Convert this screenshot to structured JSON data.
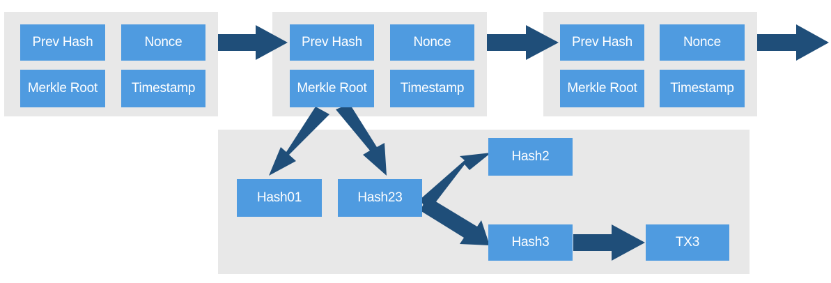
{
  "colors": {
    "panel": "#e8e8e8",
    "box": "#4f9be0",
    "box_text": "#ffffff",
    "arrow": "#1f4e79"
  },
  "blocks": [
    {
      "prev_hash": "Prev Hash",
      "nonce": "Nonce",
      "merkle_root": "Merkle Root",
      "timestamp": "Timestamp"
    },
    {
      "prev_hash": "Prev Hash",
      "nonce": "Nonce",
      "merkle_root": "Merkle Root",
      "timestamp": "Timestamp"
    },
    {
      "prev_hash": "Prev Hash",
      "nonce": "Nonce",
      "merkle_root": "Merkle Root",
      "timestamp": "Timestamp"
    }
  ],
  "merkle_tree": {
    "hash01": "Hash01",
    "hash23": "Hash23",
    "hash2": "Hash2",
    "hash3": "Hash3",
    "tx3": "TX3"
  }
}
